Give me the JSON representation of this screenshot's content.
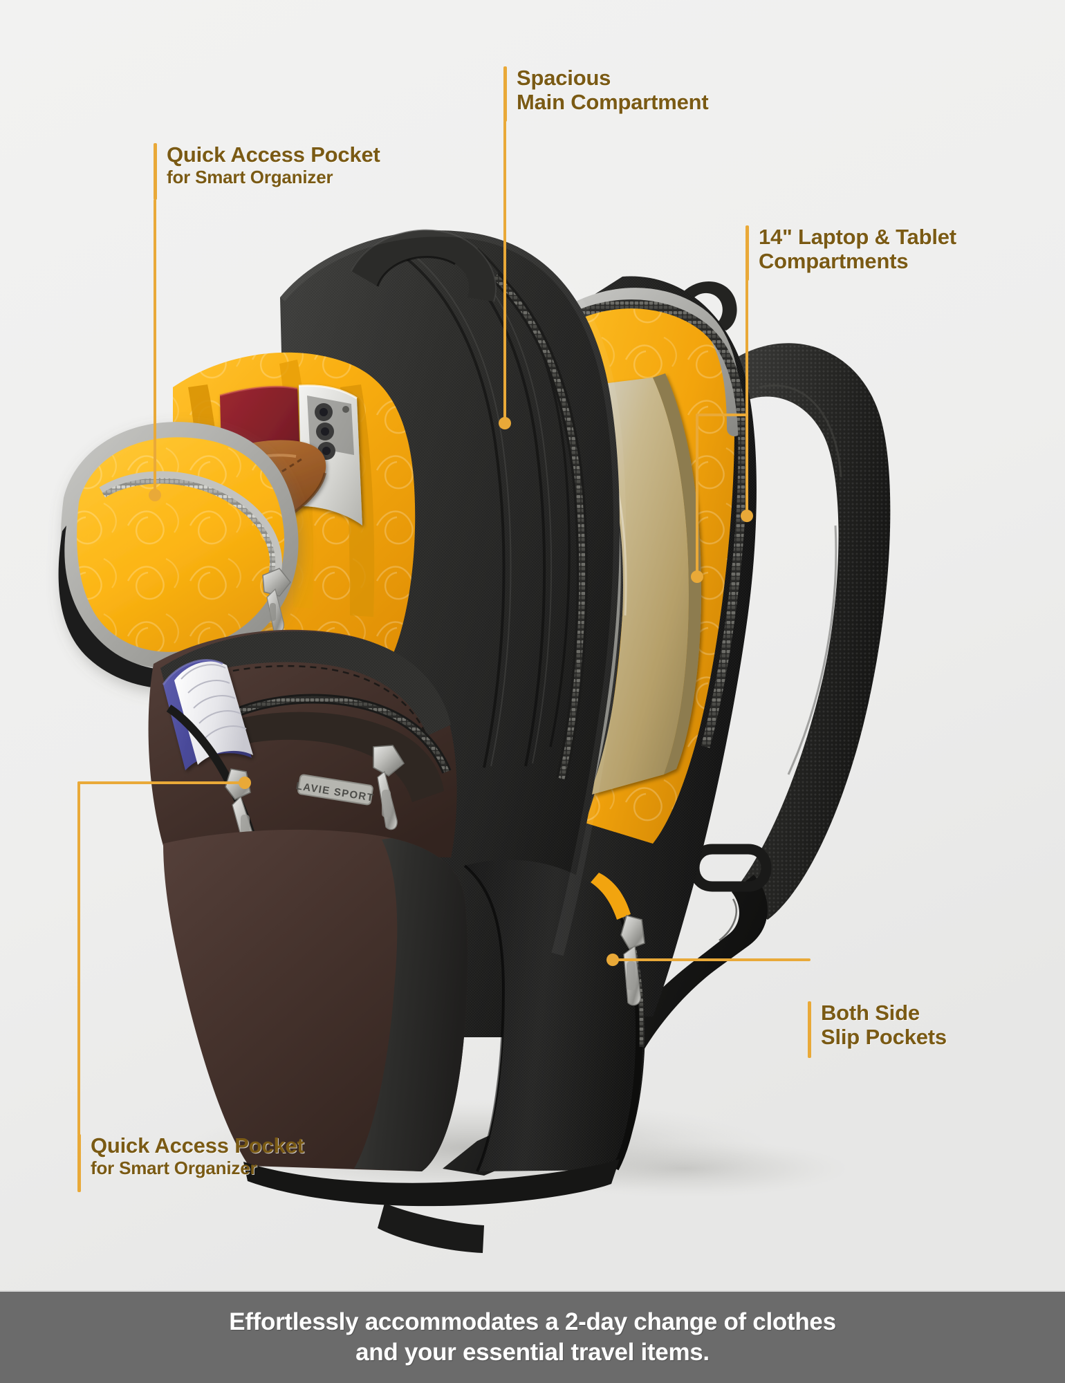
{
  "background_color": "#efefee",
  "accent_color": "#e9a938",
  "label_text_color": "#7a5a14",
  "product": {
    "brand_plate": "LAVIE SPORT",
    "lining_color": "#f2a40f",
    "shell_color": "#232323",
    "trim_color": "#46342c"
  },
  "callouts": [
    {
      "id": "spacious",
      "line1": "Spacious",
      "line2": "Main Compartment",
      "leader": "vertical-down"
    },
    {
      "id": "quick-access-top",
      "line1": "Quick Access Pocket",
      "line2": "for Smart Organizer",
      "leader": "vertical-down"
    },
    {
      "id": "laptop-tablet",
      "line1": "14\" Laptop & Tablet",
      "line2": "Compartments",
      "leader": "diagonal-down-left"
    },
    {
      "id": "both-side-slip",
      "line1": "Both Side",
      "line2": "Slip Pockets",
      "leader": "horizontal-left"
    },
    {
      "id": "quick-access-bottom",
      "line1": "Quick Access Pocket",
      "line2": "for Smart Organizer",
      "leader": "up-then-right"
    }
  ],
  "caption": {
    "line1": "Effortlessly accommodates a 2-day change of clothes",
    "line2": "and your essential travel items.",
    "background_color": "#6b6b6b",
    "text_color": "#ffffff"
  }
}
